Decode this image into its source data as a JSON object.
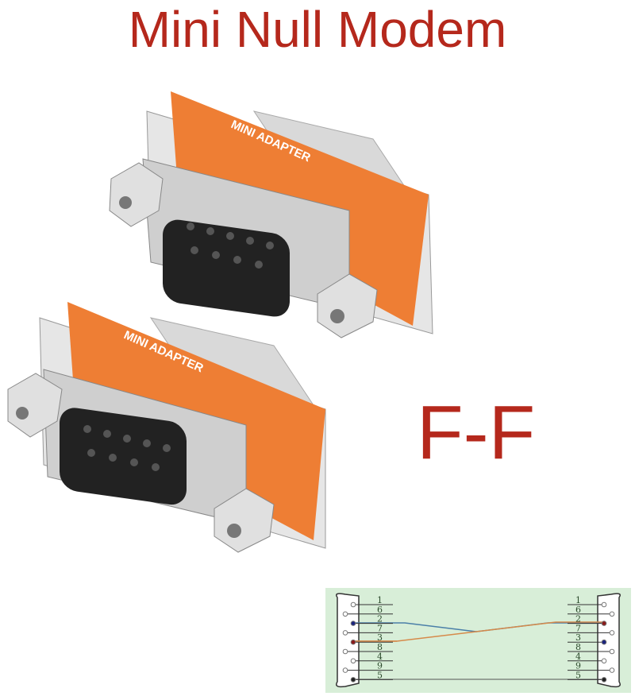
{
  "title": "Mini Null Modem",
  "gender_label": "F-F",
  "adapter_label": "MINI ADAPTER",
  "colors": {
    "title_red": "#b5281c",
    "orange": "#ee7e34",
    "diagram_bg": "#d8eed8",
    "wire_blue": "#4a7fa8",
    "wire_orange": "#d68a4a"
  },
  "wiring_diagram": {
    "left_pins": [
      "1",
      "6",
      "2",
      "7",
      "3",
      "8",
      "4",
      "9",
      "5"
    ],
    "right_pins": [
      "1",
      "6",
      "2",
      "7",
      "3",
      "8",
      "4",
      "9",
      "5"
    ],
    "crossed": [
      [
        "2",
        "3"
      ],
      [
        "3",
        "2"
      ]
    ]
  }
}
